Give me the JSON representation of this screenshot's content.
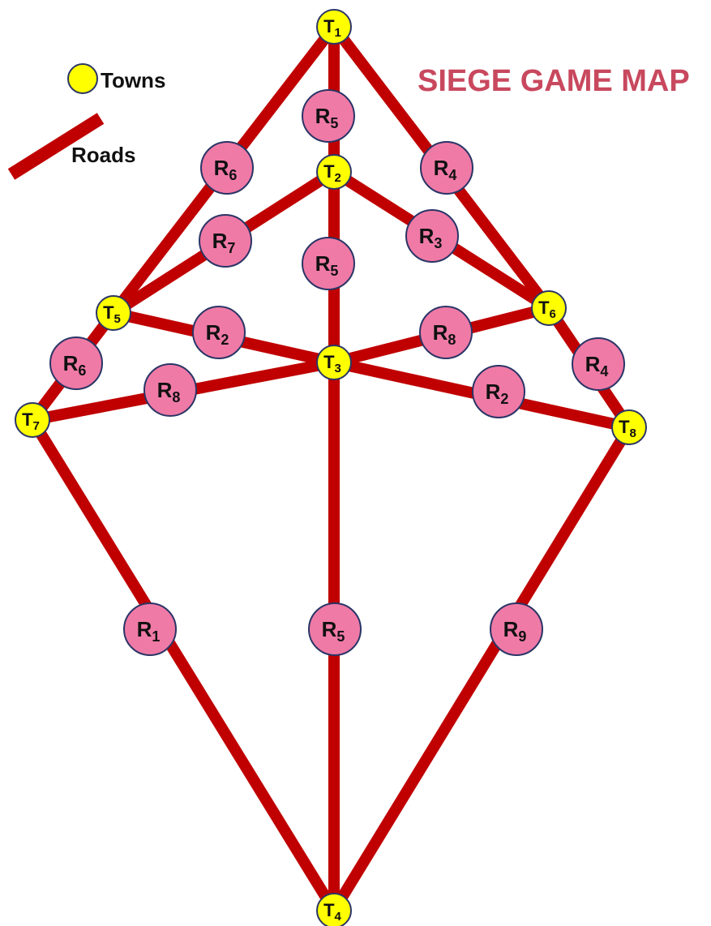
{
  "title": "SIEGE GAME MAP",
  "legend": {
    "towns_label": "Towns",
    "roads_label": "Roads"
  },
  "colors": {
    "title": "#c8485e",
    "road": "#c00000",
    "town_fill": "#ffff00",
    "region_fill": "#f07aa6",
    "outline": "#2a3566"
  },
  "towns": [
    {
      "id": "T1",
      "letter": "T",
      "sub": "1"
    },
    {
      "id": "T2",
      "letter": "T",
      "sub": "2"
    },
    {
      "id": "T3",
      "letter": "T",
      "sub": "3"
    },
    {
      "id": "T4",
      "letter": "T",
      "sub": "4"
    },
    {
      "id": "T5",
      "letter": "T",
      "sub": "5"
    },
    {
      "id": "T6",
      "letter": "T",
      "sub": "6"
    },
    {
      "id": "T7",
      "letter": "T",
      "sub": "7"
    },
    {
      "id": "T8",
      "letter": "T",
      "sub": "8"
    }
  ],
  "roads": [
    {
      "from": "T1",
      "to": "T2",
      "label": "R5"
    },
    {
      "from": "T1",
      "to": "T5",
      "label": "R6"
    },
    {
      "from": "T1",
      "to": "T6",
      "label": "R4"
    },
    {
      "from": "T2",
      "to": "T5",
      "label": "R7"
    },
    {
      "from": "T2",
      "to": "T6",
      "label": "R3"
    },
    {
      "from": "T2",
      "to": "T3",
      "label": "R5"
    },
    {
      "from": "T5",
      "to": "T3",
      "label": "R2"
    },
    {
      "from": "T3",
      "to": "T6",
      "label": "R8"
    },
    {
      "from": "T5",
      "to": "T7",
      "label": "R6"
    },
    {
      "from": "T7",
      "to": "T3",
      "label": "R8"
    },
    {
      "from": "T3",
      "to": "T8",
      "label": "R2"
    },
    {
      "from": "T6",
      "to": "T8",
      "label": "R4"
    },
    {
      "from": "T7",
      "to": "T4",
      "label": "R1"
    },
    {
      "from": "T3",
      "to": "T4",
      "label": "R5"
    },
    {
      "from": "T8",
      "to": "T4",
      "label": "R9"
    }
  ]
}
